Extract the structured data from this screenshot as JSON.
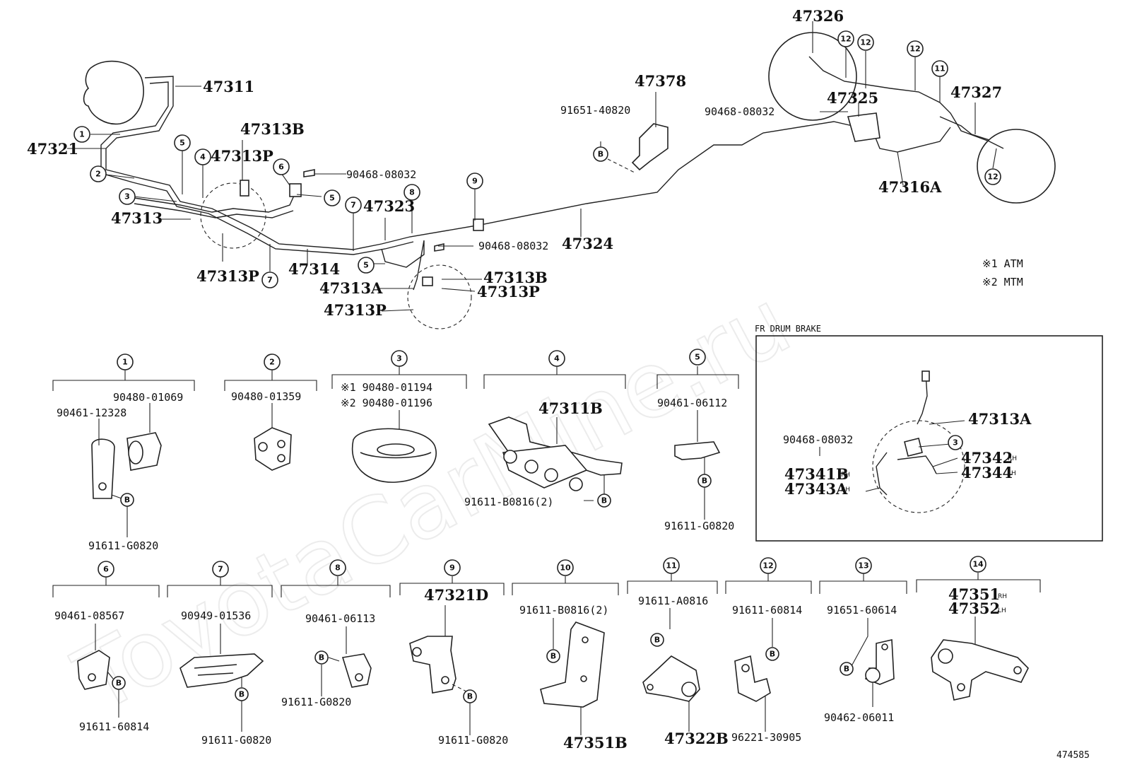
{
  "watermark": "ToyotaCarMine.ru",
  "diagram_id": "474585",
  "legend": {
    "atm": "※1 ATM",
    "mtm": "※2 MTM"
  },
  "inset_title": "FR DRUM BRAKE",
  "top_labels": {
    "l47311": "47311",
    "l47321": "47321",
    "l47313B": "47313B",
    "l47313P_top": "47313P",
    "l47313": "47313",
    "l47313P_left": "47313P",
    "l47314": "47314",
    "l47323": "47323",
    "l47324": "47324",
    "l90468a": "90468-08032",
    "l90468b": "90468-08032",
    "l47313A": "47313A",
    "l47313B_2": "47313B",
    "l47313P_2": "47313P",
    "l47313P_3": "47313P",
    "l47378": "47378",
    "l91651": "91651-40820",
    "l47326": "47326",
    "l47325": "47325",
    "l90468c": "90468-08032",
    "l47327": "47327",
    "l47316A": "47316A"
  },
  "callouts": {
    "c1": "1",
    "c2": "2",
    "c3": "3",
    "c4": "4",
    "c5a": "5",
    "c5b": "5",
    "c5c": "5",
    "c6": "6",
    "c7a": "7",
    "c7b": "7",
    "c8": "8",
    "c9": "9",
    "c11": "11",
    "c12a": "12",
    "c12b": "12",
    "c12c": "12",
    "c12d": "12",
    "cB1": "B"
  },
  "groups": [
    {
      "num": "1",
      "labels": [
        "90480-01069",
        "90461-12328",
        "91611-G0820"
      ]
    },
    {
      "num": "2",
      "labels": [
        "90480-01359"
      ]
    },
    {
      "num": "3",
      "labels": [
        "※1 90480-01194",
        "※2 90480-01196"
      ]
    },
    {
      "num": "4",
      "labels": [
        "47311B",
        "91611-B0816(2)"
      ]
    },
    {
      "num": "5",
      "labels": [
        "90461-06112",
        "91611-G0820"
      ]
    },
    {
      "num": "6",
      "labels": [
        "90461-08567",
        "91611-60814"
      ]
    },
    {
      "num": "7",
      "labels": [
        "90949-01536",
        "91611-G0820"
      ]
    },
    {
      "num": "8",
      "labels": [
        "90461-06113",
        "91611-G0820"
      ]
    },
    {
      "num": "9",
      "labels": [
        "47321D",
        "91611-G0820"
      ]
    },
    {
      "num": "10",
      "labels": [
        "91611-B0816(2)",
        "47351B"
      ]
    },
    {
      "num": "11",
      "labels": [
        "91611-A0816",
        "47322B"
      ]
    },
    {
      "num": "12",
      "labels": [
        "91611-60814",
        "96221-30905"
      ]
    },
    {
      "num": "13",
      "labels": [
        "91651-60614",
        "90462-06011"
      ]
    },
    {
      "num": "14",
      "labels": [
        "47351",
        "47352"
      ]
    }
  ],
  "suffix": {
    "rh": "RH",
    "lh": "LH"
  },
  "inset_labels": {
    "a": "47313A",
    "b": "90468-08032",
    "c3": "3",
    "d": "47342",
    "e": "47344",
    "f": "47341B",
    "g": "47343A"
  },
  "bolt": "B"
}
